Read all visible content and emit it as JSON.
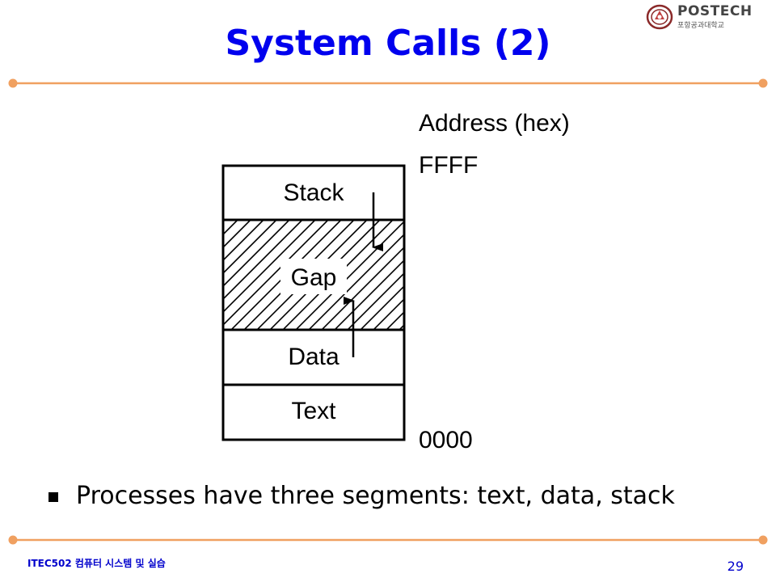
{
  "slide": {
    "title": "System Calls (2)",
    "logo": {
      "name": "POSTECH",
      "subtitle": "포항공과대학교"
    },
    "diagram": {
      "address_header": "Address (hex)",
      "top_address": "FFFF",
      "bottom_address": "0000",
      "segments": [
        "Stack",
        "Gap",
        "Data",
        "Text"
      ]
    },
    "bullets": [
      "Processes have three segments: text, data, stack"
    ],
    "footer": {
      "course": "ITEC502 컴퓨터 시스템 및 실습",
      "page_number": "29"
    }
  },
  "colors": {
    "title": "#0000ee",
    "rule": "#f0a060",
    "footer": "#0000cc"
  }
}
